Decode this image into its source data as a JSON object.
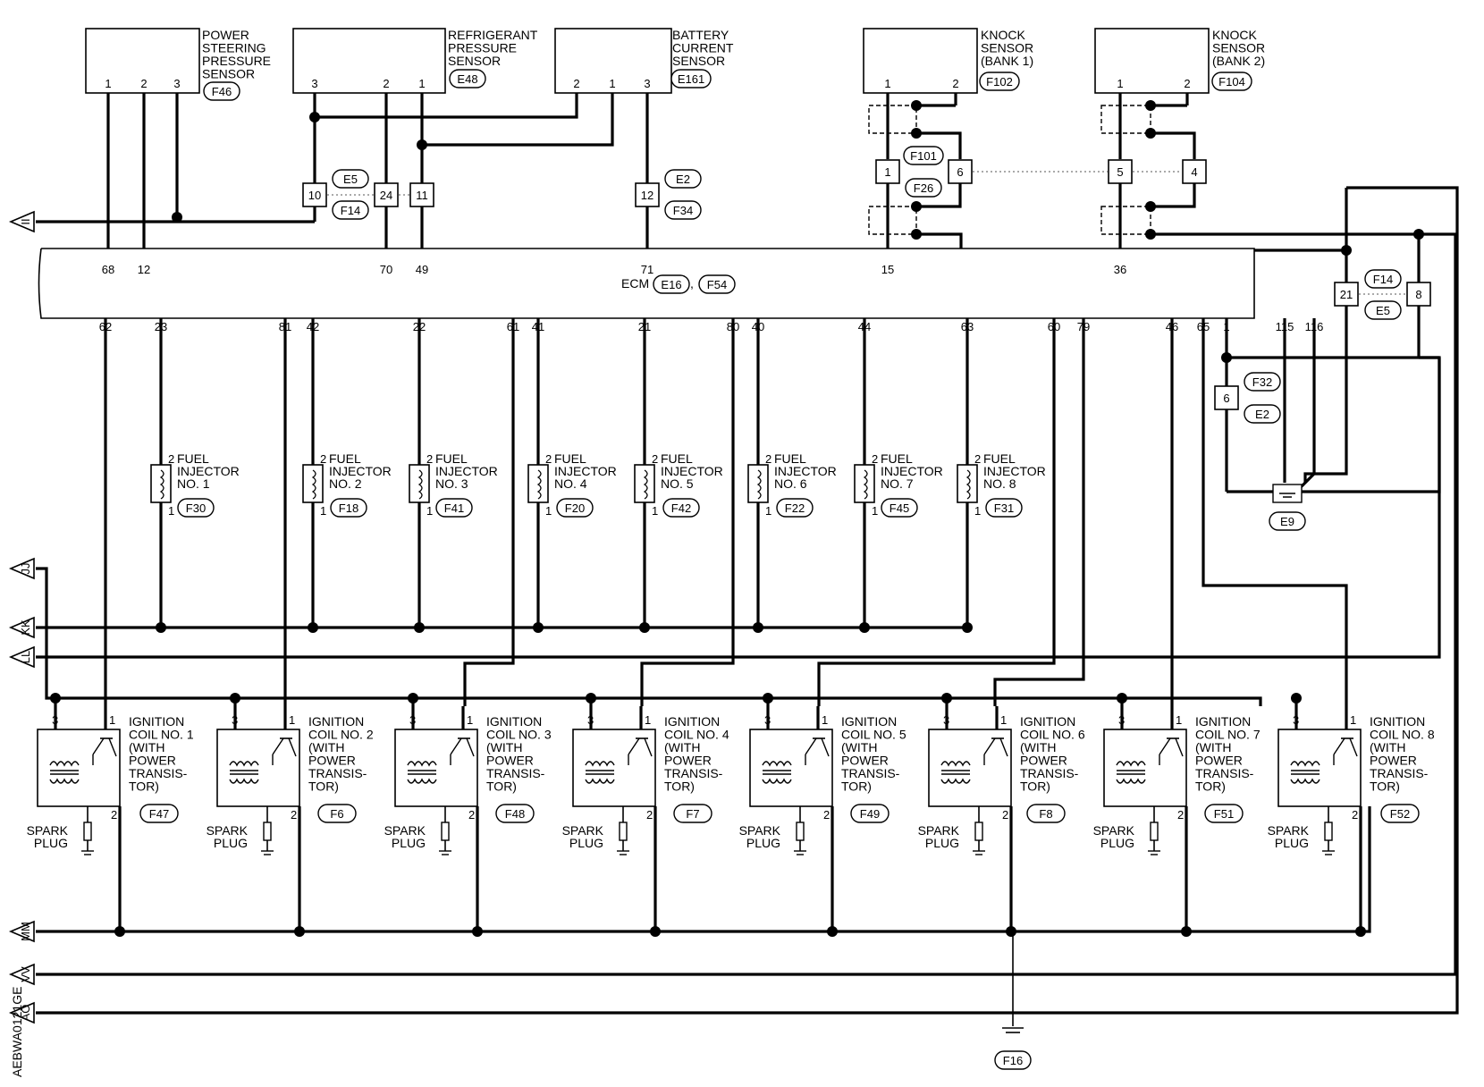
{
  "ecm": {
    "label": "ECM",
    "connectors": [
      "E16",
      "F54"
    ]
  },
  "sensors": [
    {
      "id": "ps",
      "lines": [
        "POWER",
        "STEERING",
        "PRESSURE",
        "SENSOR"
      ],
      "connector": "F46",
      "pins": [
        "1",
        "2",
        "3"
      ]
    },
    {
      "id": "rp",
      "lines": [
        "REFRIGERANT",
        "PRESSURE",
        "SENSOR"
      ],
      "connector": "E48",
      "pins": [
        "3",
        "2",
        "1"
      ]
    },
    {
      "id": "bc",
      "lines": [
        "BATTERY",
        "CURRENT",
        "SENSOR"
      ],
      "connector": "E161",
      "pins": [
        "2",
        "1",
        "3"
      ]
    },
    {
      "id": "k1",
      "lines": [
        "KNOCK",
        "SENSOR",
        "(BANK 1)"
      ],
      "connector": "F102",
      "pins": [
        "1",
        "2"
      ]
    },
    {
      "id": "k2",
      "lines": [
        "KNOCK",
        "SENSOR",
        "(BANK 2)"
      ],
      "connector": "F104",
      "pins": [
        "1",
        "2"
      ]
    }
  ],
  "joints": {
    "e5f14": {
      "top": "E5",
      "bottom": "F14",
      "pins": [
        "10",
        "24",
        "11"
      ]
    },
    "e2f34": {
      "top": "E2",
      "bottom": "F34",
      "pin": "12"
    },
    "f101f26": {
      "top": "F101",
      "bottom": "F26",
      "pins": [
        "1",
        "6",
        "5",
        "4"
      ]
    },
    "f14e5": {
      "top": "F14",
      "bottom": "E5",
      "pins": [
        "21",
        "8"
      ]
    },
    "f32e2": {
      "top": "F32",
      "bottom": "E2",
      "pin": "6"
    }
  },
  "ecm_top_pins": [
    "68",
    "12",
    "70",
    "49",
    "71",
    "15",
    "36"
  ],
  "ecm_bottom_pins": [
    "62",
    "23",
    "81",
    "42",
    "22",
    "61",
    "41",
    "21",
    "80",
    "40",
    "44",
    "63",
    "60",
    "79",
    "46",
    "65",
    "1",
    "115",
    "116"
  ],
  "injectors": [
    {
      "label": "FUEL",
      "line2": "INJECTOR",
      "no": "NO. 1",
      "connector": "F30"
    },
    {
      "label": "FUEL",
      "line2": "INJECTOR",
      "no": "NO. 2",
      "connector": "F18"
    },
    {
      "label": "FUEL",
      "line2": "INJECTOR",
      "no": "NO. 3",
      "connector": "F41"
    },
    {
      "label": "FUEL",
      "line2": "INJECTOR",
      "no": "NO. 4",
      "connector": "F20"
    },
    {
      "label": "FUEL",
      "line2": "INJECTOR",
      "no": "NO. 5",
      "connector": "F42"
    },
    {
      "label": "FUEL",
      "line2": "INJECTOR",
      "no": "NO. 6",
      "connector": "F22"
    },
    {
      "label": "FUEL",
      "line2": "INJECTOR",
      "no": "NO. 7",
      "connector": "F45"
    },
    {
      "label": "FUEL",
      "line2": "INJECTOR",
      "no": "NO. 8",
      "connector": "F31"
    }
  ],
  "coils": [
    {
      "lines": [
        "IGNITION",
        "COIL NO. 1",
        "(WITH",
        "POWER",
        "TRANSIS-",
        "TOR)"
      ],
      "connector": "F47"
    },
    {
      "lines": [
        "IGNITION",
        "COIL NO. 2",
        "(WITH",
        "POWER",
        "TRANSIS-",
        "TOR)"
      ],
      "connector": "F6"
    },
    {
      "lines": [
        "IGNITION",
        "COIL NO. 3",
        "(WITH",
        "POWER",
        "TRANSIS-",
        "TOR)"
      ],
      "connector": "F48"
    },
    {
      "lines": [
        "IGNITION",
        "COIL NO. 4",
        "(WITH",
        "POWER",
        "TRANSIS-",
        "TOR)"
      ],
      "connector": "F7"
    },
    {
      "lines": [
        "IGNITION",
        "COIL NO. 5",
        "(WITH",
        "POWER",
        "TRANSIS-",
        "TOR)"
      ],
      "connector": "F49"
    },
    {
      "lines": [
        "IGNITION",
        "COIL NO. 6",
        "(WITH",
        "POWER",
        "TRANSIS-",
        "TOR)"
      ],
      "connector": "F8"
    },
    {
      "lines": [
        "IGNITION",
        "COIL NO. 7",
        "(WITH",
        "POWER",
        "TRANSIS-",
        "TOR)"
      ],
      "connector": "F51"
    },
    {
      "lines": [
        "IGNITION",
        "COIL NO. 8",
        "(WITH",
        "POWER",
        "TRANSIS-",
        "TOR)"
      ],
      "connector": "F52"
    }
  ],
  "spark_plug": [
    "SPARK",
    "PLUG"
  ],
  "grounds": [
    "E9",
    "F16"
  ],
  "offpage_arrows": [
    "II",
    "JJ",
    "KK",
    "LL",
    "MM",
    "VV",
    "AO"
  ],
  "figure_code": "AEBWA0121GE"
}
